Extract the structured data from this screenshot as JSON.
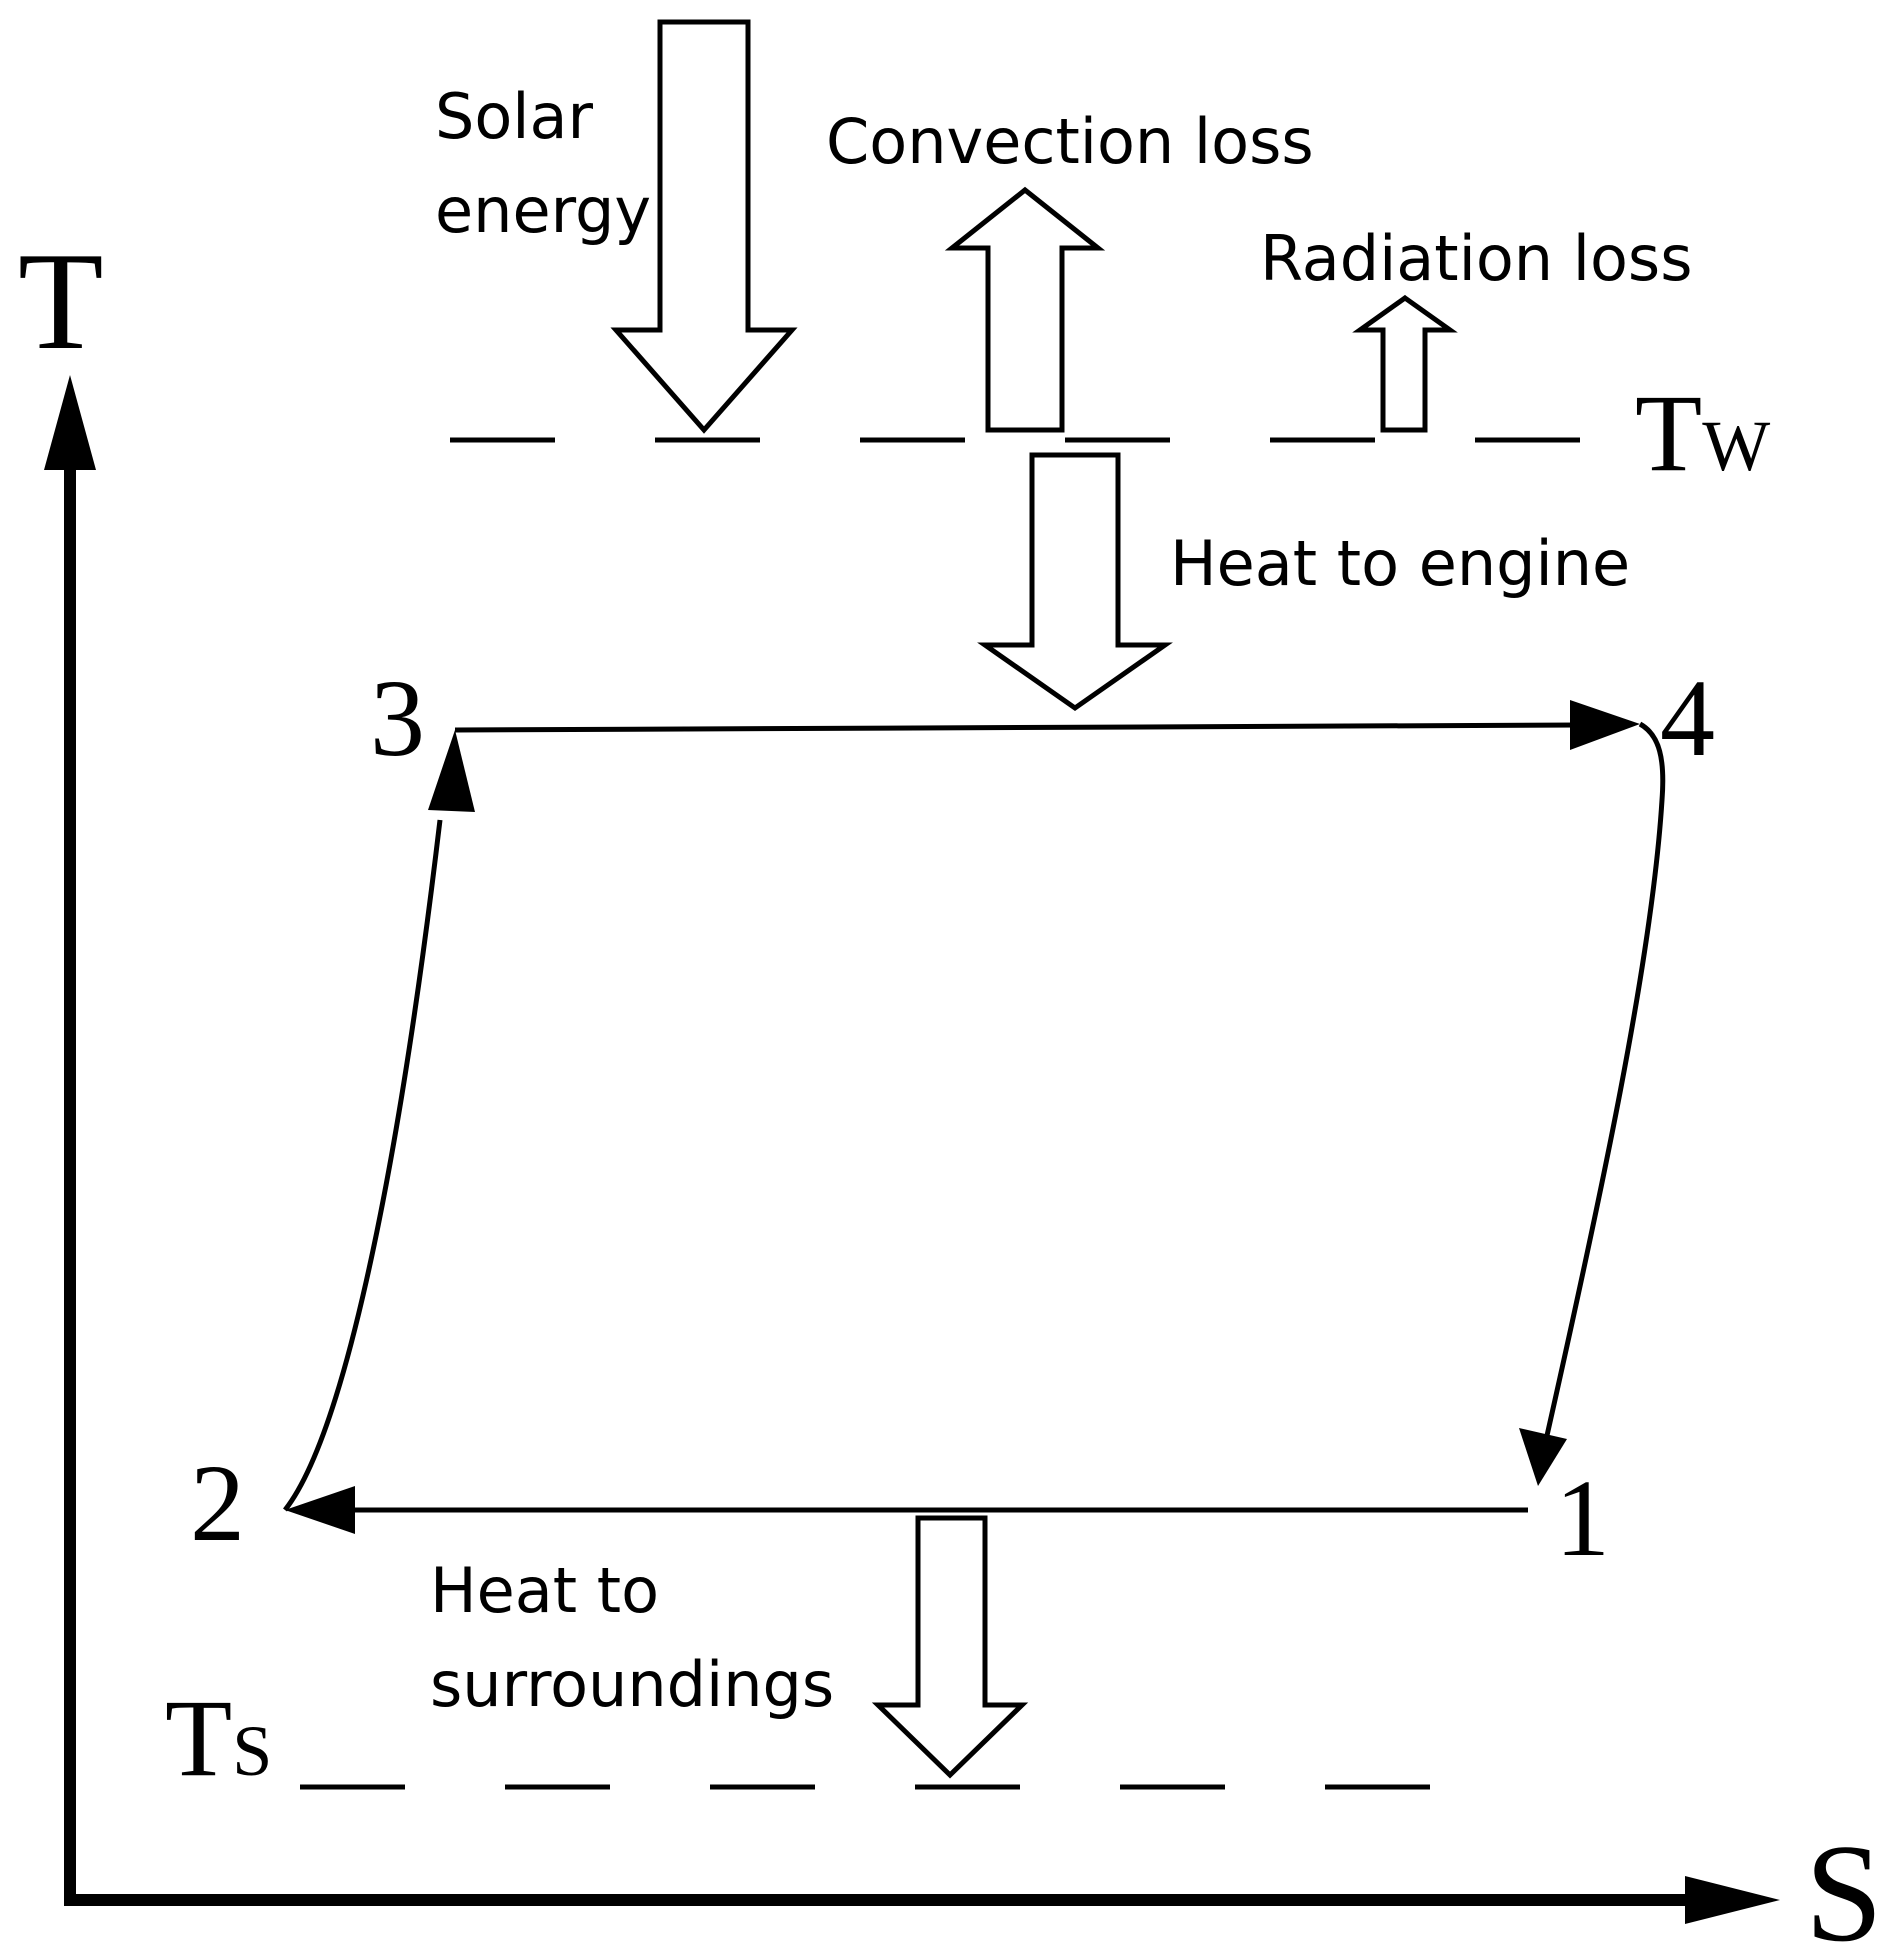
{
  "axes": {
    "vertical_label": "T",
    "horizontal_label": "S"
  },
  "levels": {
    "upper": {
      "label": "T",
      "subscript": "W"
    },
    "lower": {
      "label": "T",
      "subscript": "S"
    }
  },
  "states": [
    "1",
    "2",
    "3",
    "4"
  ],
  "flows": {
    "solar_energy": [
      "Solar",
      "energy"
    ],
    "convection_loss": "Convection loss",
    "radiation_loss": "Radiation loss",
    "heat_to_engine": "Heat to engine",
    "heat_to_surroundings": [
      "Heat to",
      "surroundings"
    ]
  }
}
